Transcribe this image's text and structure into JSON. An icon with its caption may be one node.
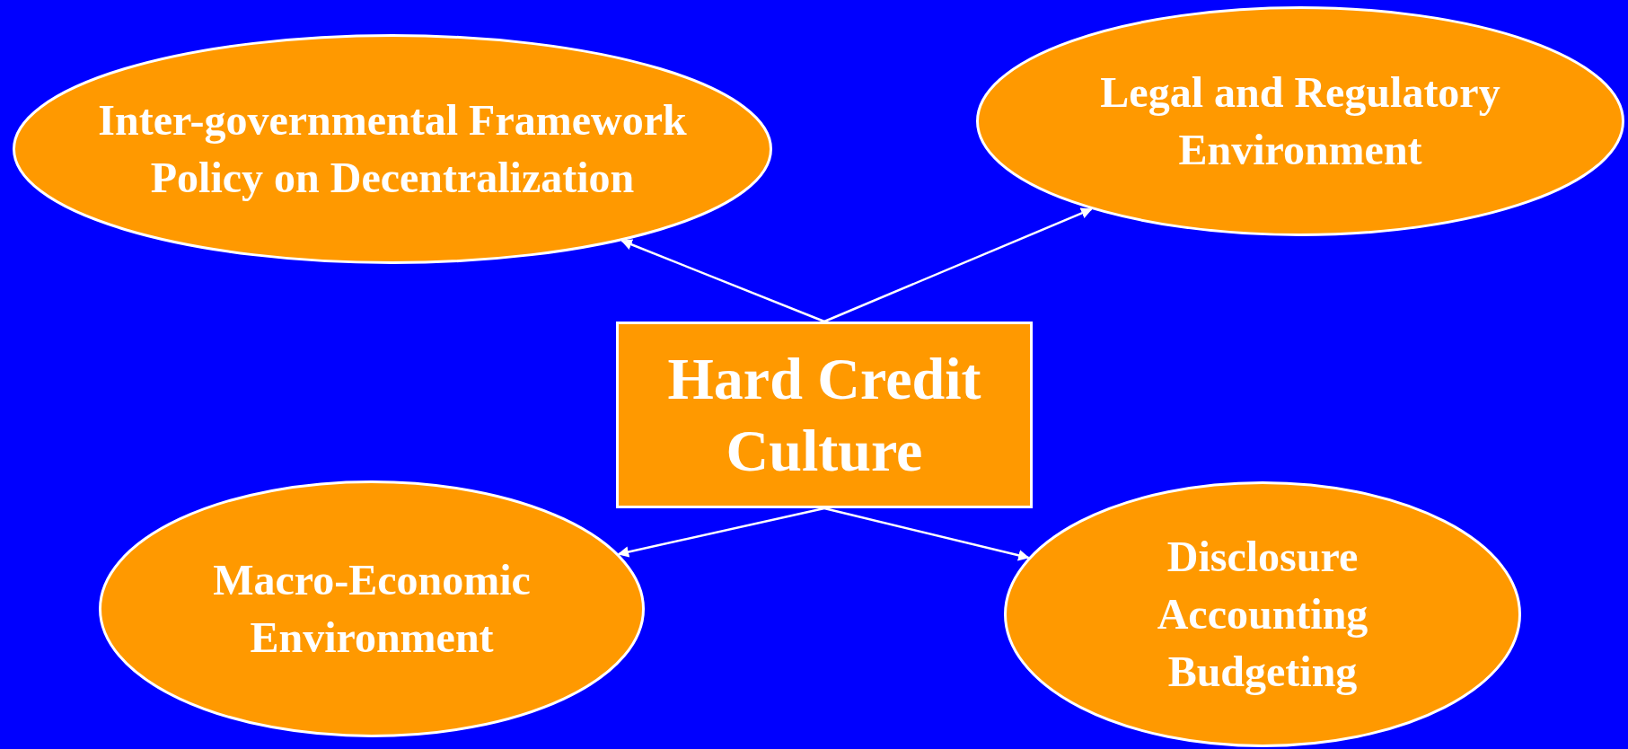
{
  "diagram": {
    "nodes": [
      {
        "text": [
          "Inter-governmental Framework Policy on Decentralization"
        ]
      },
      {
        "text": [
          "Legal and Regulatory Environment"
        ]
      },
      {
        "text": [
          "Hard Credit Culture"
        ]
      },
      {
        "text": [
          "Macro-Economic Environment"
        ]
      },
      {
        "text": [
          "Disclosure Accounting Budgeting"
        ]
      }
    ],
    "edges": [
      {
        "from": 2,
        "to": 0,
        "arrow": "to"
      },
      {
        "from": 2,
        "to": 1,
        "arrow": "to"
      },
      {
        "from": 2,
        "to": 3,
        "arrow": "to"
      },
      {
        "from": 2,
        "to": 4,
        "arrow": "to"
      }
    ]
  }
}
